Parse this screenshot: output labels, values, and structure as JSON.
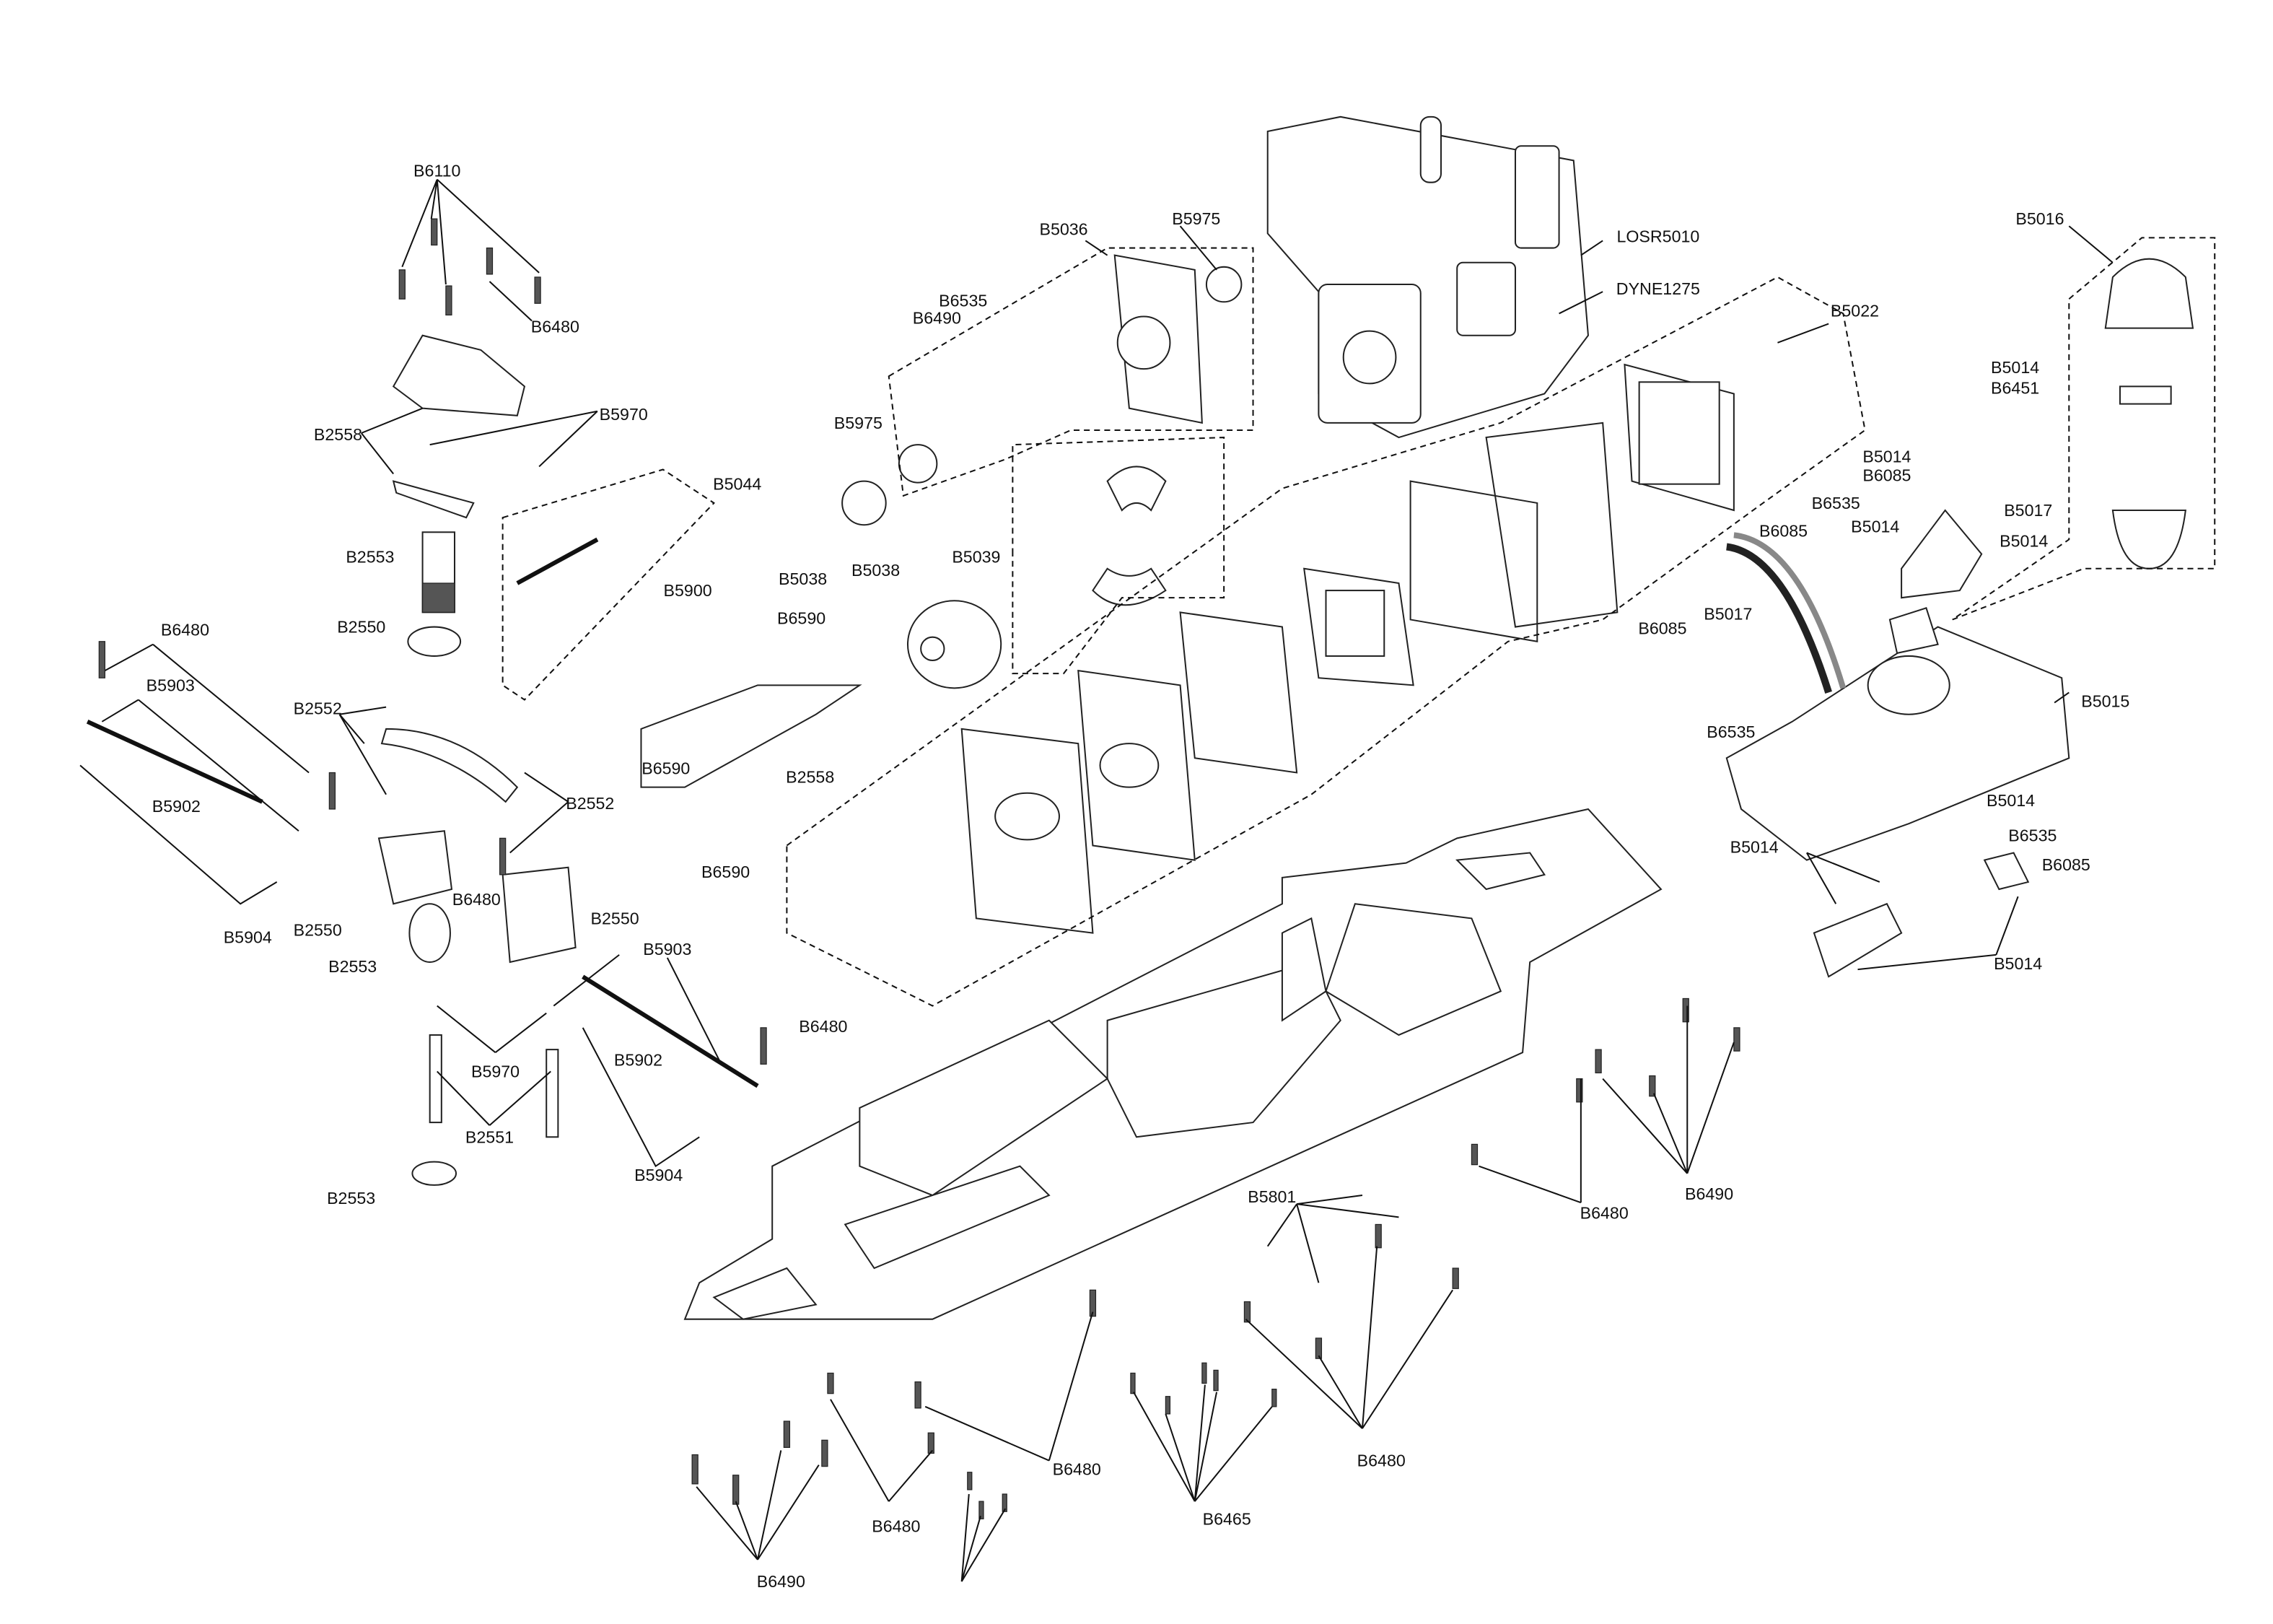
{
  "labels": [
    "B6110",
    "B6480",
    "B2558",
    "B5970",
    "B2553",
    "B5900",
    "B2550",
    "B6480",
    "B5903",
    "B2552",
    "B5902",
    "B2552",
    "B6480",
    "B2550",
    "B5904",
    "B2550",
    "B2553",
    "B5903",
    "B6480",
    "B5902",
    "B5970",
    "B2551",
    "B5904",
    "B2553",
    "B5036",
    "B5975",
    "B6535",
    "B6490",
    "B5975",
    "B5044",
    "B5038",
    "B5038",
    "B5039",
    "B6590",
    "B6590",
    "B2558",
    "B6590",
    "LOSR5010",
    "DYNE1275",
    "B5022",
    "B5016",
    "B5014",
    "B6451",
    "B5014",
    "B6085",
    "B5017",
    "B6535",
    "B6085",
    "B5014",
    "B5014",
    "B6085",
    "B5017",
    "B6535",
    "B5015",
    "B5014",
    "B5014",
    "B6535",
    "B6085",
    "B5014",
    "B6490",
    "B6480",
    "B5801",
    "B6480",
    "B6465",
    "B6480",
    "B6480",
    "B6490"
  ]
}
